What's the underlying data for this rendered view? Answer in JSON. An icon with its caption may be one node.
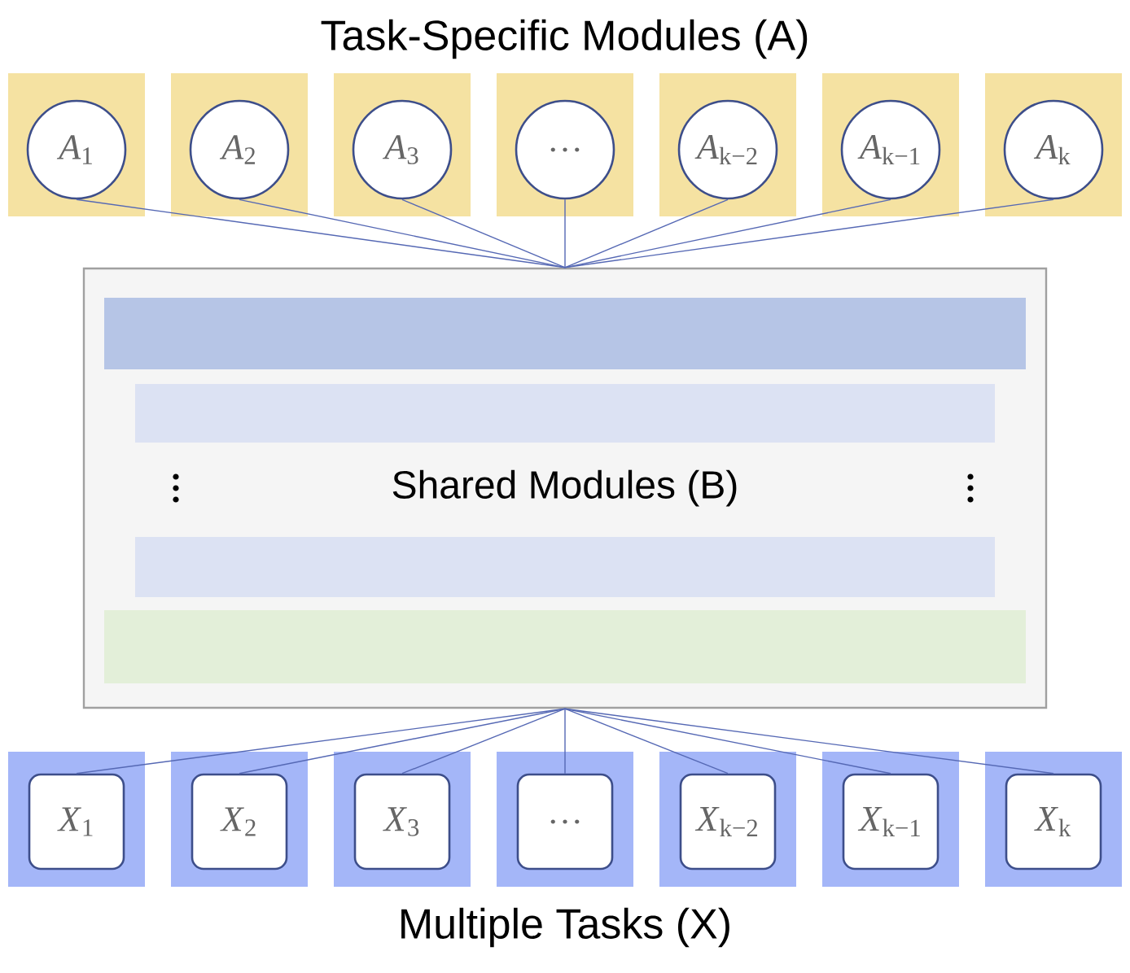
{
  "diagram": {
    "title": "Task-Specific Modules (A)",
    "caption": "Multiple Tasks (X)",
    "nodes": [
      {
        "text": [
          "*A*$_{1}$"
        ]
      },
      {
        "text": [
          "*A*$_{2}$"
        ]
      },
      {
        "text": [
          "*A*$_{3}$"
        ]
      },
      {
        "text": [
          "…"
        ]
      },
      {
        "text": [
          "*A*$_{k−2}$"
        ]
      },
      {
        "text": [
          "*A*$_{k−1}$"
        ]
      },
      {
        "text": [
          "*A*$_{k}$"
        ]
      },
      {
        "text": [
          "Shared Modules (B)"
        ]
      },
      {
        "text": [],
        "shape": "bar",
        "in": 7
      },
      {
        "text": [],
        "shape": "bar",
        "in": 7
      },
      {
        "text": [],
        "shape": "bar",
        "in": 7
      },
      {
        "text": [],
        "shape": "bar",
        "in": 7
      },
      {
        "text": [
          "*X*$_{1}$"
        ]
      },
      {
        "text": [
          "*X*$_{2}$"
        ]
      },
      {
        "text": [
          "*X*$_{3}$"
        ]
      },
      {
        "text": [
          "…"
        ]
      },
      {
        "text": [
          "*X*$_{k−2}$"
        ]
      },
      {
        "text": [
          "*X*$_{k−1}$"
        ]
      },
      {
        "text": [
          "*X*$_{k}$"
        ]
      }
    ],
    "edges": [
      {
        "from": 0,
        "to": 7,
        "arrow": "none"
      },
      {
        "from": 1,
        "to": 7,
        "arrow": "none"
      },
      {
        "from": 2,
        "to": 7,
        "arrow": "none"
      },
      {
        "from": 3,
        "to": 7,
        "arrow": "none"
      },
      {
        "from": 4,
        "to": 7,
        "arrow": "none"
      },
      {
        "from": 5,
        "to": 7,
        "arrow": "none"
      },
      {
        "from": 6,
        "to": 7,
        "arrow": "none"
      },
      {
        "from": 12,
        "to": 7,
        "arrow": "none"
      },
      {
        "from": 13,
        "to": 7,
        "arrow": "none"
      },
      {
        "from": 14,
        "to": 7,
        "arrow": "none"
      },
      {
        "from": 15,
        "to": 7,
        "arrow": "none"
      },
      {
        "from": 16,
        "to": 7,
        "arrow": "none"
      },
      {
        "from": 17,
        "to": 7,
        "arrow": "none"
      },
      {
        "from": 18,
        "to": 7,
        "arrow": "none"
      }
    ]
  }
}
